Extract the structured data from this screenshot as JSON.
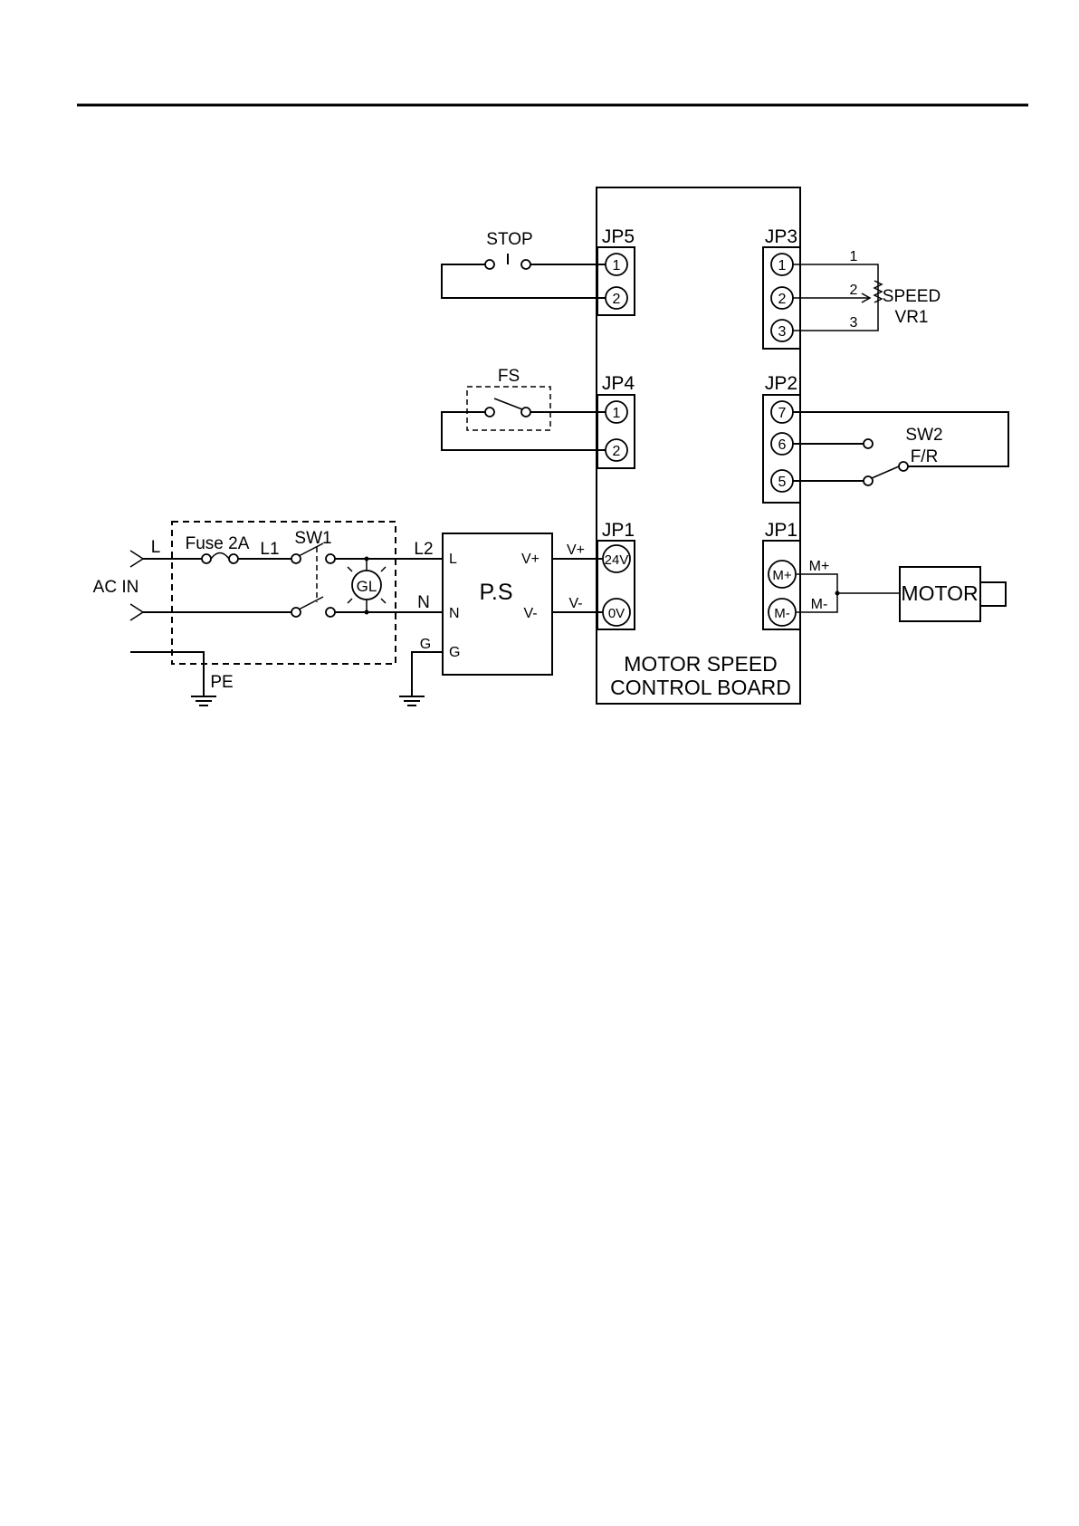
{
  "labels": {
    "stop": "STOP",
    "fs": "FS",
    "fuse": "Fuse 2A",
    "sw1": "SW1",
    "l_in": "L",
    "l1": "L1",
    "l2": "L2",
    "n_wire": "N",
    "g_wire": "G",
    "ac_in": "AC IN",
    "pe": "PE",
    "gl": "GL",
    "ps_L": "L",
    "ps_N": "N",
    "ps_G": "G",
    "ps": "P.S",
    "vplus": "V+",
    "vminus": "V-",
    "mplus": "M+",
    "mminus": "M-",
    "speed": "SPEED",
    "vr1": "VR1",
    "vr_1": "1",
    "vr_2": "2",
    "vr_3": "3",
    "sw2": "SW2",
    "fr": "F/R",
    "motor": "MOTOR",
    "board_line1": "MOTOR SPEED",
    "board_line2": "CONTROL BOARD"
  },
  "connectors": {
    "jp5": {
      "name": "JP5",
      "pins": [
        "1",
        "2"
      ]
    },
    "jp4": {
      "name": "JP4",
      "pins": [
        "1",
        "2"
      ]
    },
    "jp1_power": {
      "name": "JP1",
      "pins": [
        "24V",
        "0V"
      ]
    },
    "jp3": {
      "name": "JP3",
      "pins": [
        "1",
        "2",
        "3"
      ]
    },
    "jp2": {
      "name": "JP2",
      "pins": [
        "7",
        "6",
        "5"
      ]
    },
    "jp1_motor": {
      "name": "JP1",
      "pins": [
        "M+",
        "M-"
      ]
    }
  }
}
